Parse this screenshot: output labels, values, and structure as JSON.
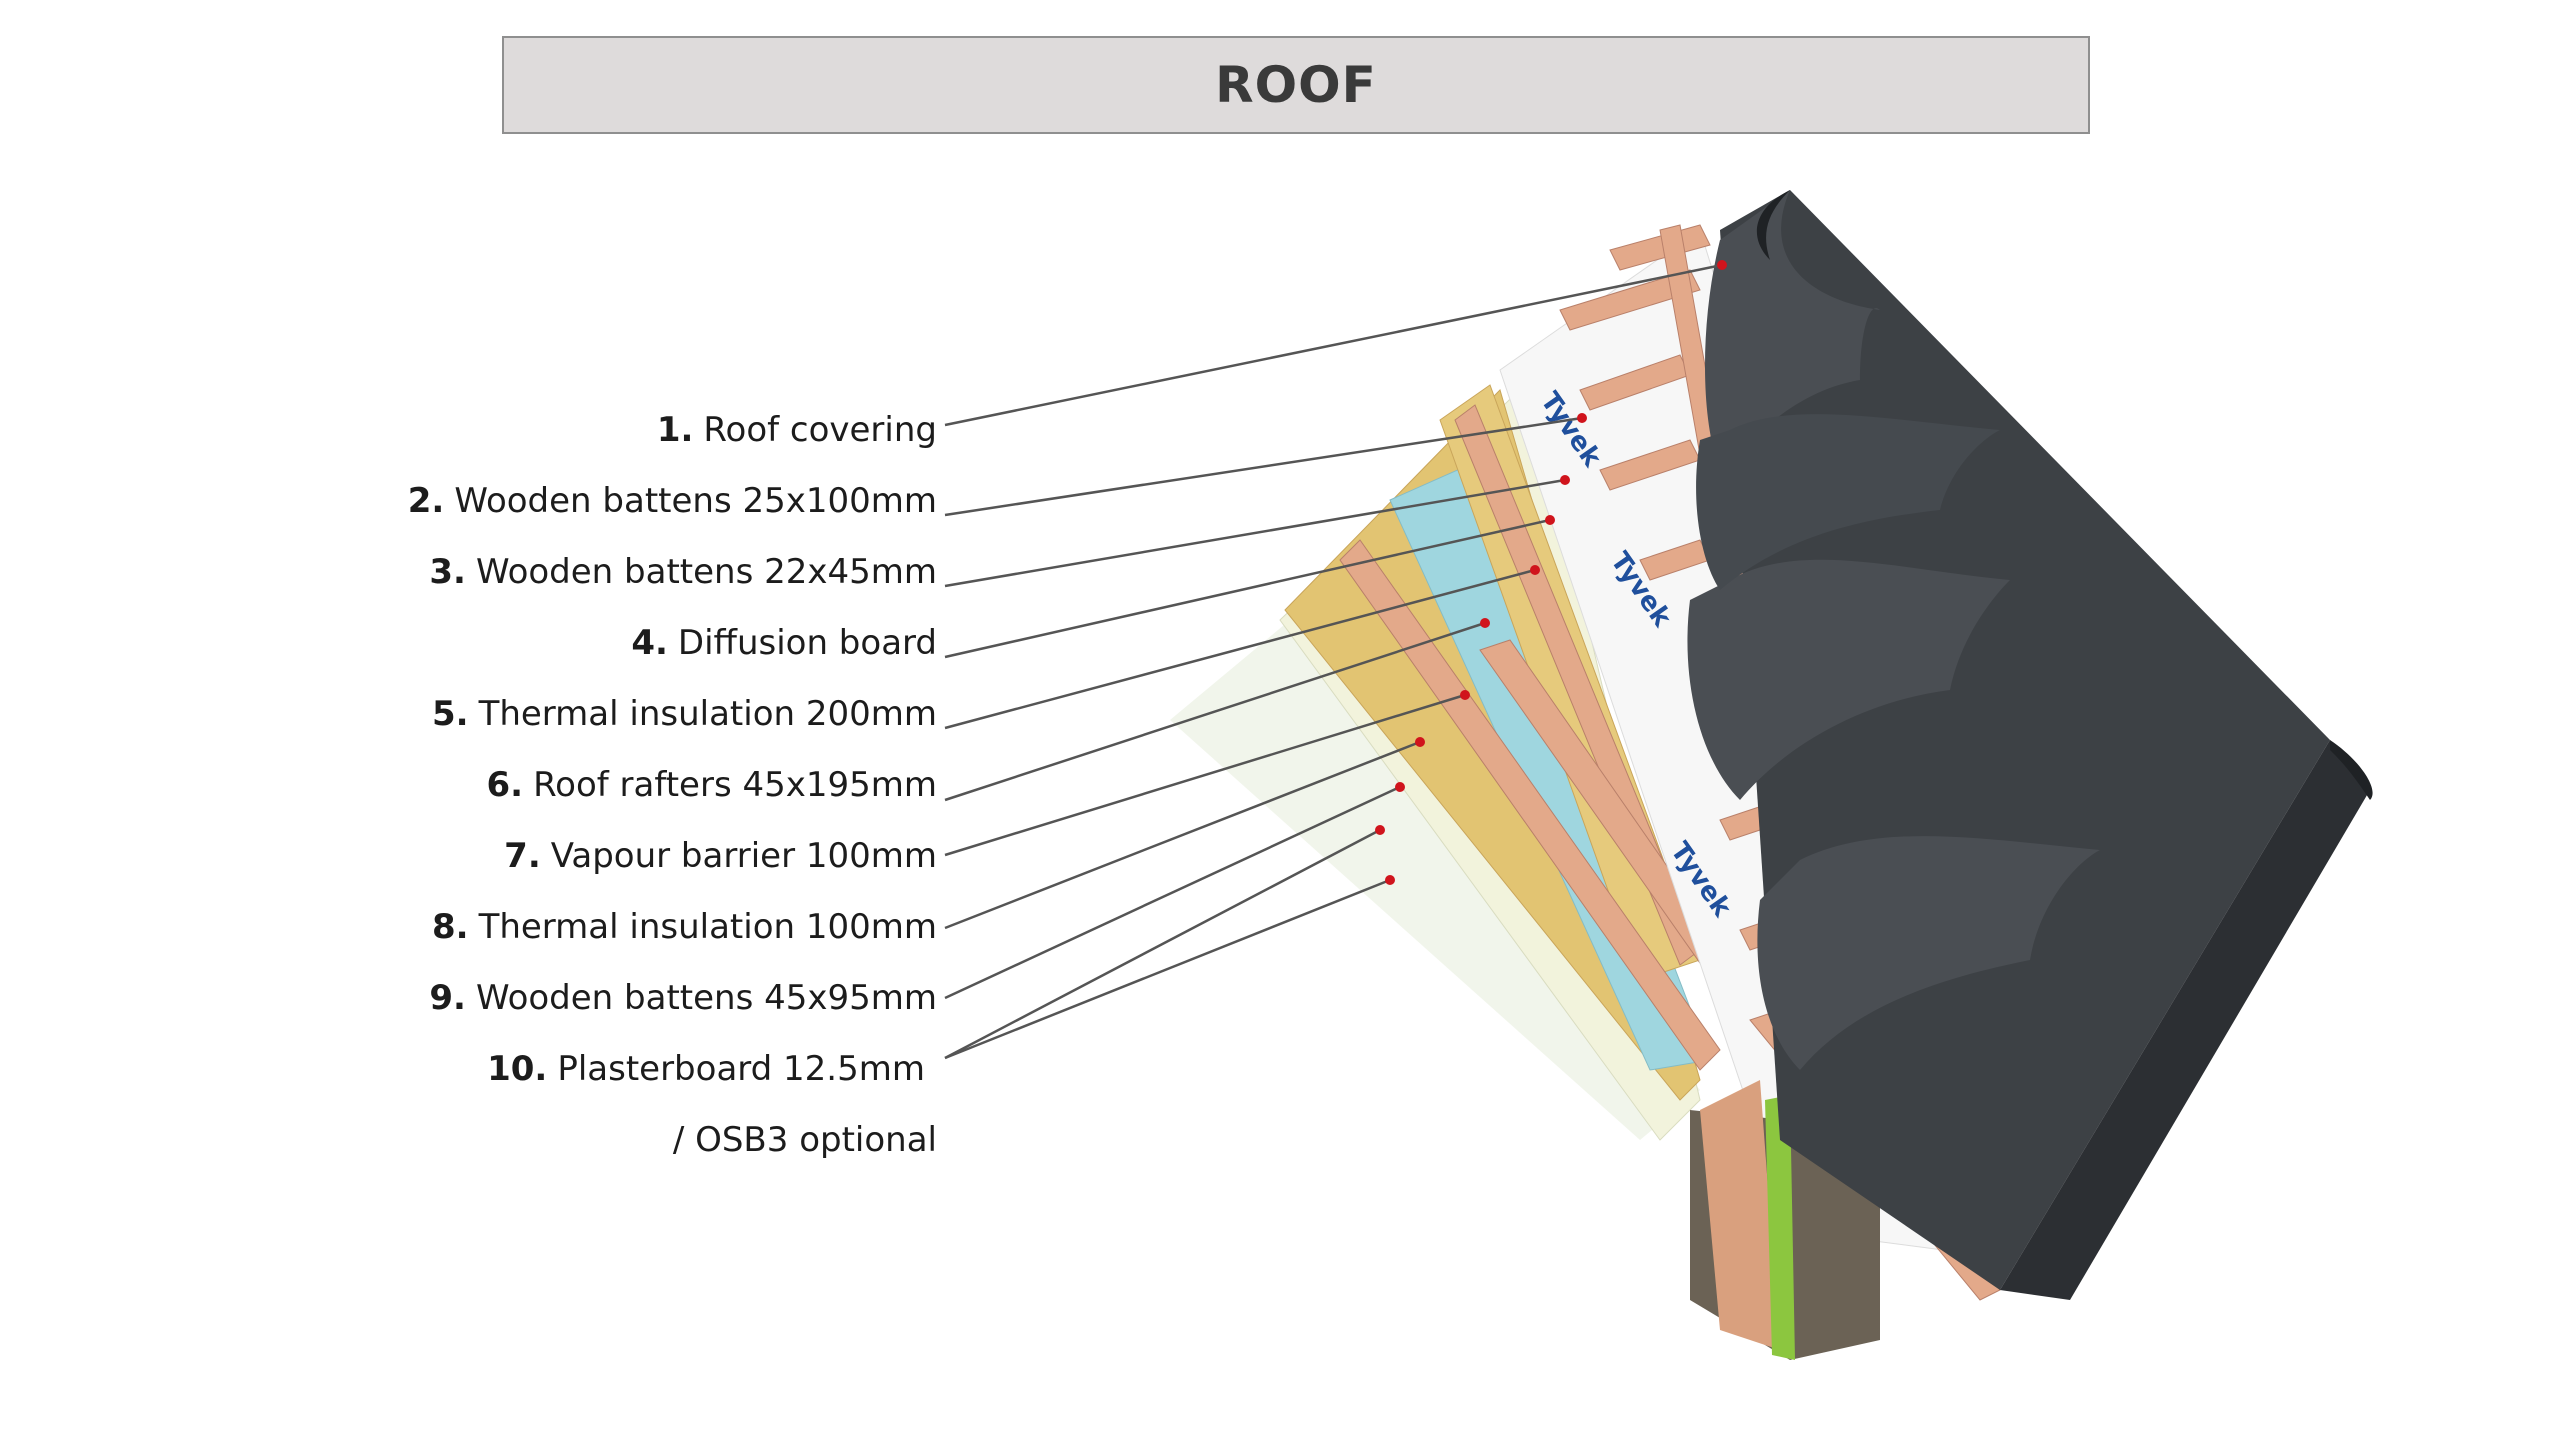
{
  "title": "ROOF",
  "legend": [
    {
      "num": "1.",
      "label": "Roof covering"
    },
    {
      "num": "2.",
      "label": "Wooden battens 25x100mm"
    },
    {
      "num": "3.",
      "label": "Wooden battens 22x45mm"
    },
    {
      "num": "4.",
      "label": "Diffusion board"
    },
    {
      "num": "5.",
      "label": "Thermal insulation 200mm"
    },
    {
      "num": "6.",
      "label": "Roof rafters 45x195mm"
    },
    {
      "num": "7.",
      "label": "Vapour barrier 100mm"
    },
    {
      "num": "8.",
      "label": "Thermal insulation 100mm"
    },
    {
      "num": "9.",
      "label": "Wooden battens 45x95mm"
    },
    {
      "num": "10.",
      "label": "Plasterboard 12.5mm"
    }
  ],
  "legend_continuation": "/ OSB3 optional",
  "membrane_brand": "Tyvek",
  "colors": {
    "title_bg": "#dedbdb",
    "roof_covering": "#3d4145",
    "timber": "#e3a98a",
    "insulation": "#e2c472",
    "vapour_barrier": "#9fd6df",
    "pointer_dot": "#d0141c",
    "masonry": "#6b6255",
    "green_layer": "#8cc63f"
  }
}
